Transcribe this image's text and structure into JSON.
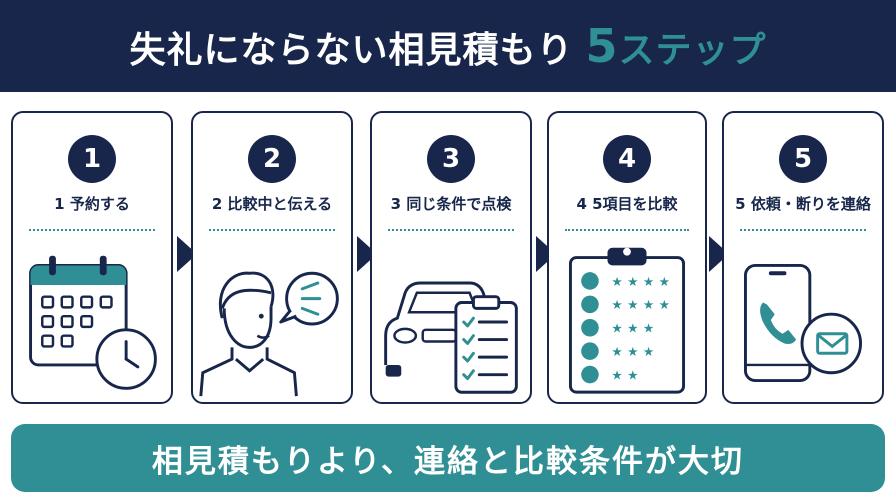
{
  "header": {
    "title": "失礼にならない相見積もり",
    "accent_number": "5",
    "accent_text": "ステップ"
  },
  "steps": [
    {
      "number": "1",
      "label": "1 予約する",
      "icon": "calendar-clock-icon"
    },
    {
      "number": "2",
      "label": "2 比較中と伝える",
      "icon": "person-speech-icon"
    },
    {
      "number": "3",
      "label": "3 同じ条件で点検",
      "icon": "car-checklist-icon"
    },
    {
      "number": "4",
      "label": "4 5項目を比較",
      "icon": "clipboard-rating-icon"
    },
    {
      "number": "5",
      "label": "5 依頼・断りを連絡",
      "icon": "phone-mail-icon"
    }
  ],
  "footer": {
    "text": "相見積もりより、連絡と比較条件が大切"
  },
  "colors": {
    "navy": "#17264a",
    "teal": "#2f8f94",
    "white": "#ffffff"
  }
}
